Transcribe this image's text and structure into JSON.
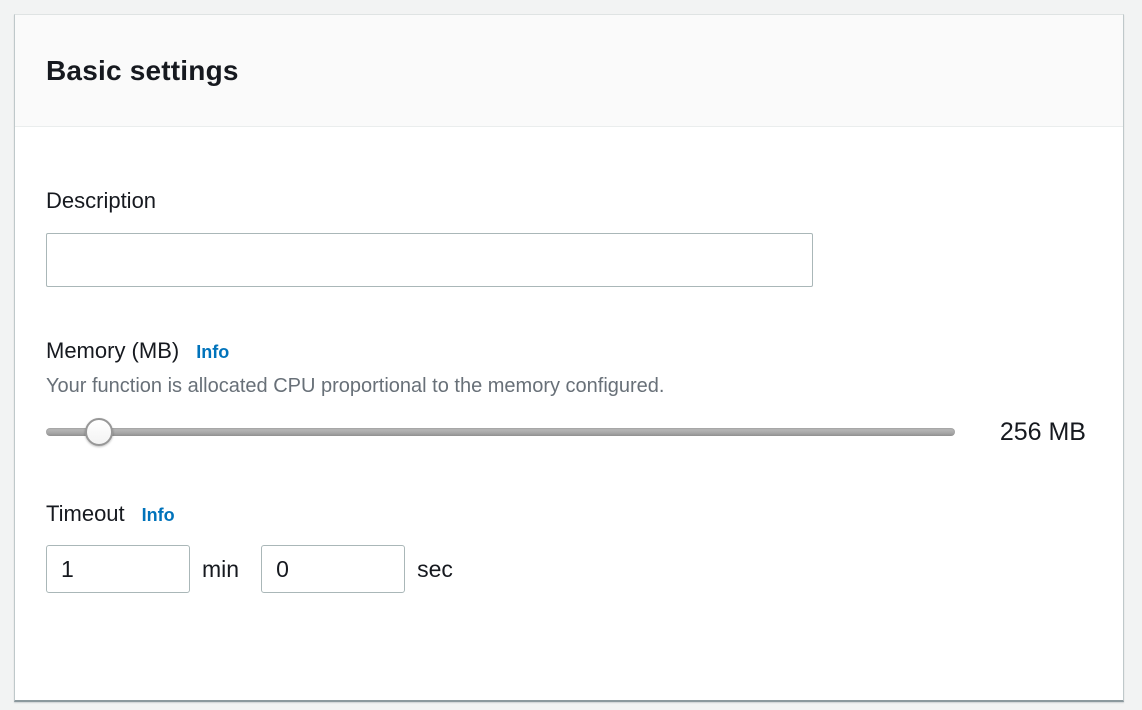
{
  "panel": {
    "title": "Basic settings"
  },
  "description": {
    "label": "Description",
    "value": "",
    "placeholder": ""
  },
  "memory": {
    "label": "Memory (MB)",
    "info_label": "Info",
    "help_text": "Your function is allocated CPU proportional to the memory configured.",
    "value_display": "256 MB",
    "slider_percent": 5.8
  },
  "timeout": {
    "label": "Timeout",
    "info_label": "Info",
    "minutes_value": "1",
    "minutes_unit": "min",
    "seconds_value": "0",
    "seconds_unit": "sec"
  },
  "colors": {
    "accent_link": "#0073bb",
    "text_primary": "#16191f",
    "text_secondary": "#687078",
    "header_bg": "#fafafa",
    "page_bg": "#f2f3f3",
    "input_border": "#aab7b8"
  }
}
